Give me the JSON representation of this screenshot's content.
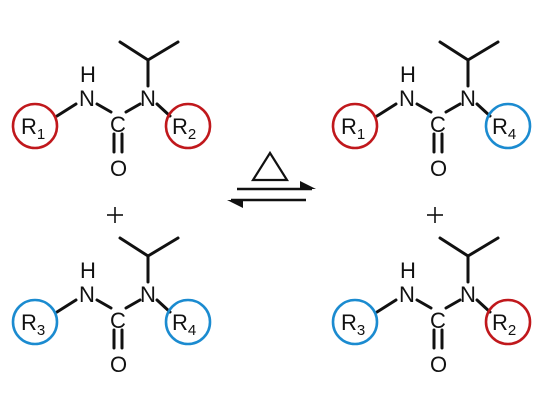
{
  "colors": {
    "red": "#c0181c",
    "blue": "#1b8bd0",
    "ink": "#111111"
  },
  "atoms": {
    "nh_h": "H",
    "nh_n": "N",
    "carbon": "C",
    "oxygen": "O",
    "amine_n": "N"
  },
  "reaction": {
    "heat_symbol": "triangle-icon",
    "plus": "+"
  },
  "molecules": [
    {
      "position": "top-left",
      "left": {
        "r": "R",
        "sub": "1",
        "color": "red"
      },
      "right": {
        "r": "R",
        "sub": "2",
        "color": "red"
      }
    },
    {
      "position": "bottom-left",
      "left": {
        "r": "R",
        "sub": "3",
        "color": "blue"
      },
      "right": {
        "r": "R",
        "sub": "4",
        "color": "blue"
      }
    },
    {
      "position": "top-right",
      "left": {
        "r": "R",
        "sub": "1",
        "color": "red"
      },
      "right": {
        "r": "R",
        "sub": "4",
        "color": "blue"
      }
    },
    {
      "position": "bottom-right",
      "left": {
        "r": "R",
        "sub": "3",
        "color": "blue"
      },
      "right": {
        "r": "R",
        "sub": "2",
        "color": "red"
      }
    }
  ]
}
